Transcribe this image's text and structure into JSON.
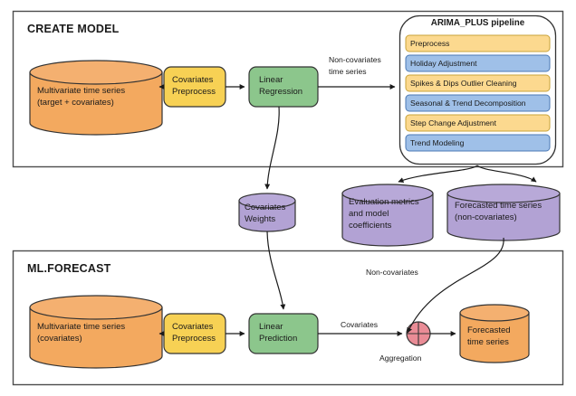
{
  "colors": {
    "orange": "#F3A95F",
    "orange_top": "#F4B070",
    "yellow": "#F7D154",
    "amber": "#FCD98F",
    "blue": "#9FC0E8",
    "green": "#8CC68C",
    "purple": "#B2A2D4",
    "purple_top": "#B8A9D8",
    "pink": "#E98C96",
    "stroke": "#333333",
    "frame": "#4d4d4d"
  },
  "sections": [
    {
      "id": "create-model",
      "label": "CREATE MODEL"
    },
    {
      "id": "ml-forecast",
      "label": "ML.FORECAST"
    }
  ],
  "create_model": {
    "title": "CREATE MODEL",
    "source_db": {
      "line1": "Multivariate time series",
      "line2": "(target + covariates)"
    },
    "preprocess": {
      "line1": "Covariates",
      "line2": "Preprocess"
    },
    "regression": {
      "line1": "Linear",
      "line2": "Regression"
    },
    "edge_label": {
      "line1": "Non-covariates",
      "line2": "time series"
    },
    "pipeline": {
      "title": "ARIMA_PLUS pipeline",
      "steps": [
        {
          "label": "Preprocess",
          "tone": "amber"
        },
        {
          "label": "Holiday Adjustment",
          "tone": "blue"
        },
        {
          "label": "Spikes & Dips Outlier Cleaning",
          "tone": "amber"
        },
        {
          "label": "Seasonal & Trend Decomposition",
          "tone": "blue"
        },
        {
          "label": "Step Change Adjustment",
          "tone": "amber"
        },
        {
          "label": "Trend Modeling",
          "tone": "blue"
        }
      ]
    }
  },
  "artifacts": [
    {
      "id": "covariates-weights",
      "line1": "Covariates",
      "line2": "Weights",
      "line3": ""
    },
    {
      "id": "evaluation-metrics",
      "line1": "Evaluation metrics",
      "line2": "and model",
      "line3": "coefficients"
    },
    {
      "id": "forecasted-noncovariates",
      "line1": "Forecasted time series",
      "line2": "(non-covariates)",
      "line3": ""
    }
  ],
  "ml_forecast": {
    "title": "ML.FORECAST",
    "source_db": {
      "line1": "Multivariate time series",
      "line2": "(covariates)"
    },
    "preprocess": {
      "line1": "Covariates",
      "line2": "Preprocess"
    },
    "prediction": {
      "line1": "Linear",
      "line2": "Prediction"
    },
    "covariates_label": "Covariates",
    "noncovariates_label": "Non-covariates",
    "aggregation_label": "Aggregation",
    "output_db": {
      "line1": "Forecasted",
      "line2": "time series"
    }
  }
}
